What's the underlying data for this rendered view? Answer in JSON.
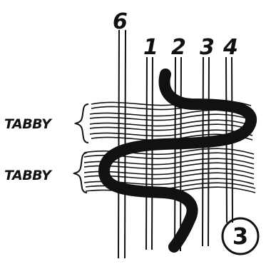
{
  "warp_labels": [
    "6",
    "1",
    "2",
    "3",
    "4"
  ],
  "weft_labels": [
    "TABBY",
    "TABBY"
  ],
  "step_number": "3",
  "colors": {
    "ink": "#111111",
    "paper": "#ffffff"
  }
}
